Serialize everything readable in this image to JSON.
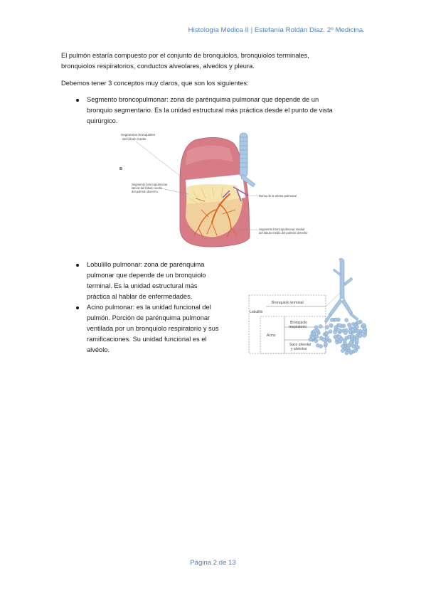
{
  "header": {
    "text": "Histología Médica II | Estefanía Roldán Diaz. 2º Medicina."
  },
  "intro": {
    "line1": "El pulmón estaría compuesto por el conjunto de bronquiolos, bronquiolos terminales,",
    "line2": "bronquiolos respiratorios, conductos alveolares, alveólos y pleura."
  },
  "concepts_intro": "Debemos tener 3 conceptos muy claros, que son los siguientes:",
  "bullets": [
    {
      "lines": [
        "Segmento broncopulmonar: zona de parénquima pulmonar que depende de un",
        "bronquio segmentario. Es la unidad estructural más práctica desde el punto de vista",
        "quirúrgico."
      ]
    },
    {
      "lines": [
        "Lobulillo pulmonar: zona de parénquima",
        "pulmonar que depende de un bronquiolo",
        "terminal. Es la unidad estructural más",
        "práctica al hablar de enfermedades."
      ]
    },
    {
      "lines": [
        "Acino pulmonar: es la unidad funcional del",
        "pulmón. Porción de parénquima pulmonar",
        "ventilada por un bronquiolo respiratorio y sus",
        "ramificaciones. Su unidad funcional es el",
        "alvéolo."
      ]
    }
  ],
  "figure_lung": {
    "label_segments_1": "Segmentos bronquiales",
    "label_segments_2": "del lóbulo medio",
    "panel_letter": "B",
    "label_lateral_1": "Segmento broncopulmonar",
    "label_lateral_2": "lateral del lóbulo medio",
    "label_lateral_3": "del pulmón derecho",
    "label_artery": "Rama de la arteria pulmonar",
    "label_medial_1": "Segmento broncopulmonar medial",
    "label_medial_2": "del lóbulo medio del pulmón derecho"
  },
  "figure_lobule": {
    "terminal_bronchiole": "Bronquiolo terminal",
    "lobule": "Lobulillo",
    "respiratory_1": "Bronquiolo",
    "respiratory_2": "respiratorio",
    "acinus": "Acino",
    "sac_1": "Saco alveolar",
    "sac_2": "y alvéolos"
  },
  "footer": {
    "text": "Página 2 de 13"
  }
}
